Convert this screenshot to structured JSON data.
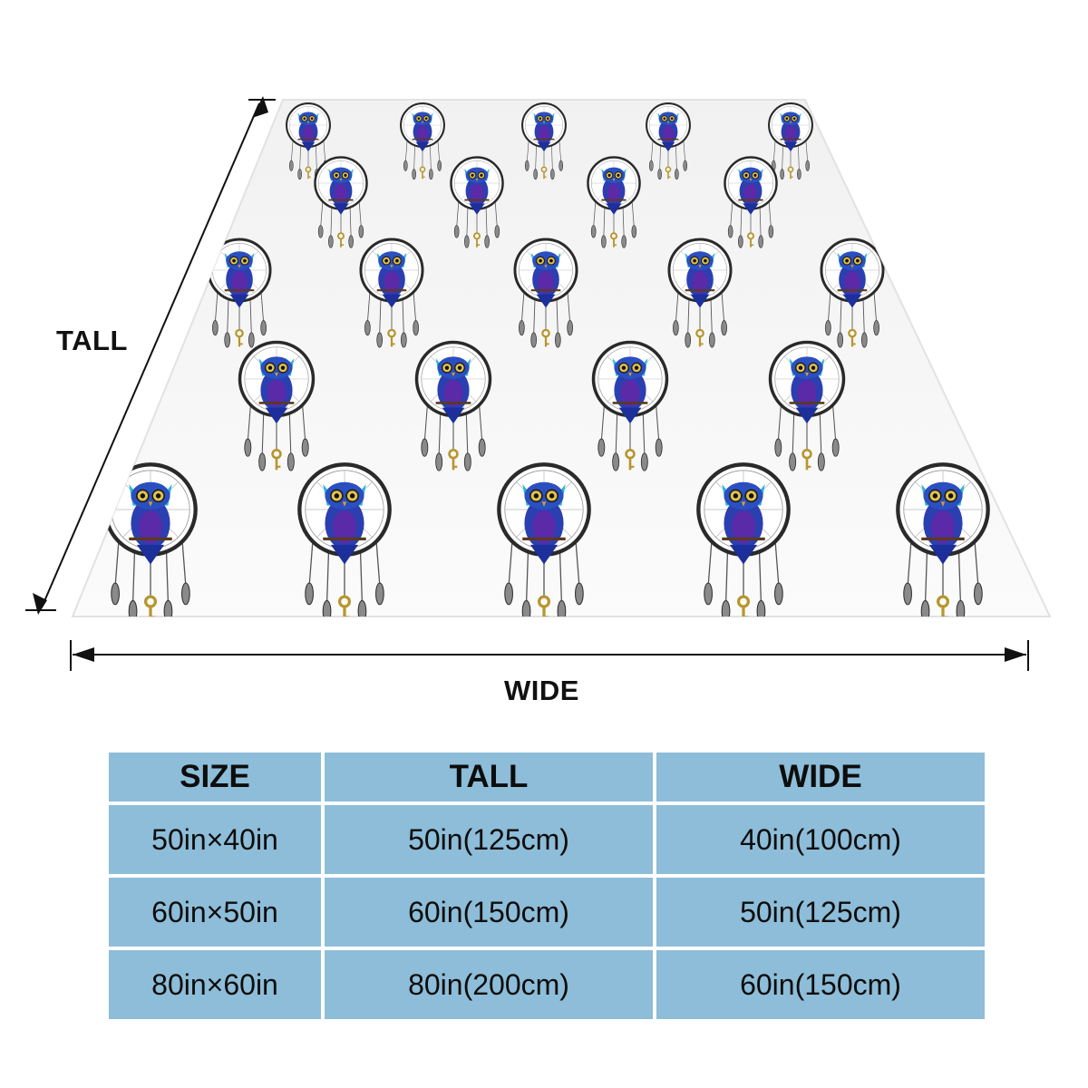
{
  "labels": {
    "tall": "TALL",
    "wide": "WIDE"
  },
  "table": {
    "headers": [
      "SIZE",
      "TALL",
      "WIDE"
    ],
    "rows": [
      [
        "50in×40in",
        "50in(125cm)",
        "40in(100cm)"
      ],
      [
        "60in×50in",
        "60in(150cm)",
        "50in(125cm)"
      ],
      [
        "80in×60in",
        "80in(200cm)",
        "60in(150cm)"
      ]
    ]
  },
  "colors": {
    "table_cell": "#8dbdd8",
    "owl_blue": "#2b3fb0",
    "owl_cyan": "#2fb3d6",
    "owl_purple": "#5a2aa8",
    "dreamcatcher_ring": "#2a2a2a",
    "key_gold": "#b7962e",
    "feather_gray": "#8a8a8a"
  },
  "illustration": {
    "pattern_icon": "owl-dreamcatcher-icon"
  }
}
